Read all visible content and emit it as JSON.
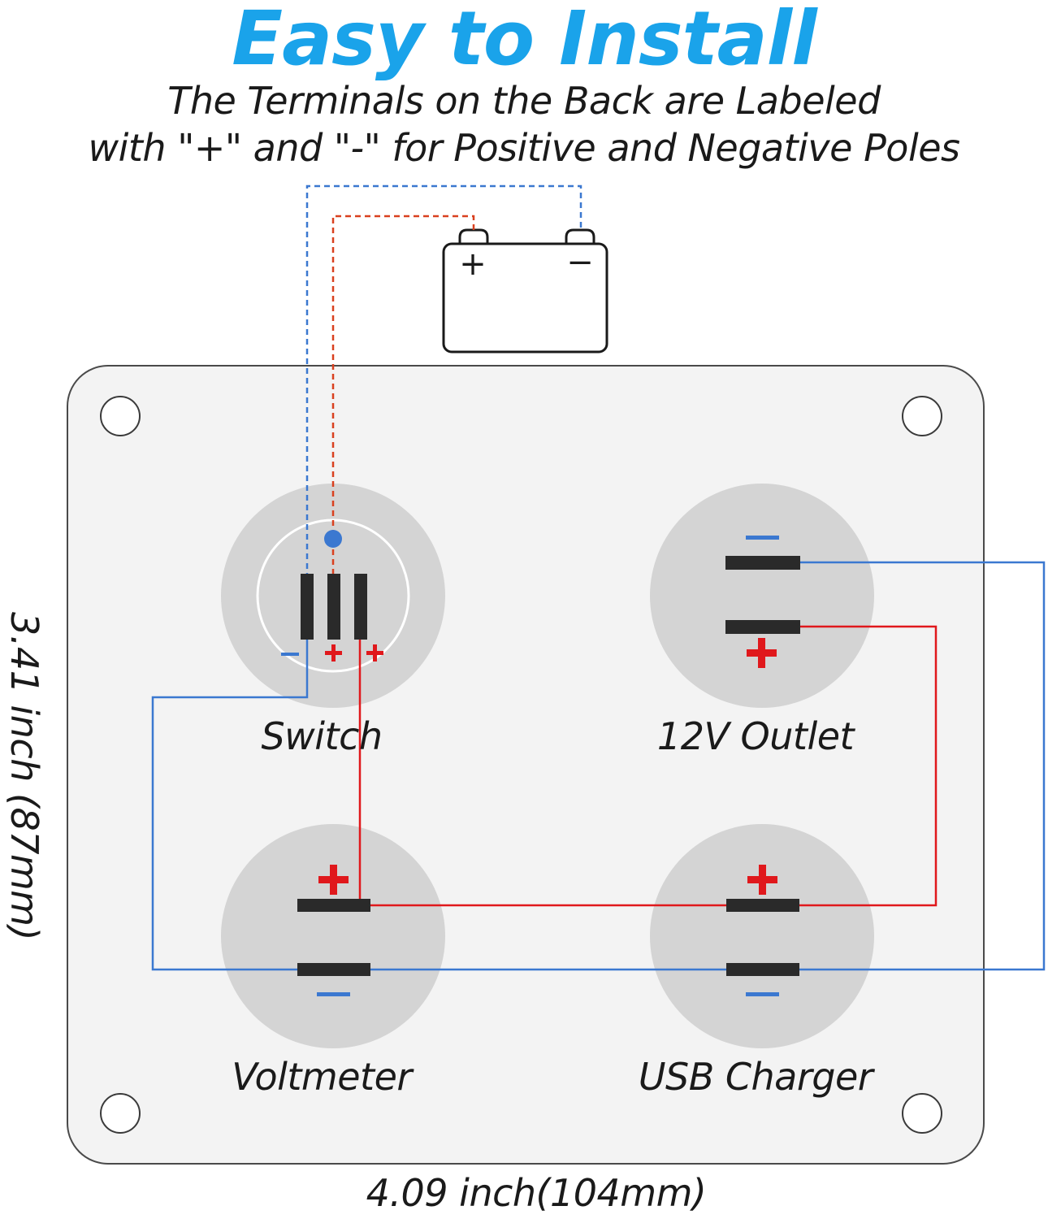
{
  "header": {
    "title": "Easy to Install",
    "subtitle_line1": "The Terminals on the Back are Labeled",
    "subtitle_line2": "with \"+\" and \"-\" for Positive and Negative Poles"
  },
  "battery": {
    "positive_symbol": "+",
    "negative_symbol": "−"
  },
  "components": {
    "switch": "Switch",
    "outlet_12v": "12V Outlet",
    "voltmeter": "Voltmeter",
    "usb_charger": "USB Charger"
  },
  "dimensions": {
    "width": "4.09 inch(104mm)",
    "height": "3.41 inch (87mm)"
  },
  "colors": {
    "title": "#1aa3ea",
    "positive_wire": "#e0181c",
    "negative_wire": "#3b78d0",
    "positive_dashed": "#d9401f",
    "negative_dashed": "#3b78d0",
    "panel": "#f3f3f3",
    "socket": "#d4d4d4",
    "terminal": "#2a2a2a"
  }
}
